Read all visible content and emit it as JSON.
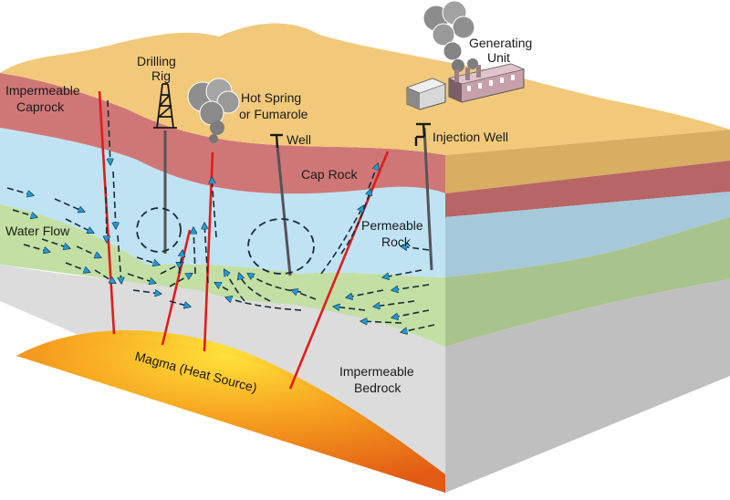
{
  "labels": {
    "impermeable_caprock_1": "Impermeable",
    "impermeable_caprock_2": "Caprock",
    "drilling_rig_1": "Drilling",
    "drilling_rig_2": "Rig",
    "hot_spring_1": "Hot Spring",
    "hot_spring_2": "or Fumarole",
    "well": "Well",
    "generating_unit_1": "Generating",
    "generating_unit_2": "Unit",
    "injection_well": "Injection Well",
    "cap_rock": "Cap Rock",
    "permeable_rock_1": "Permeable",
    "permeable_rock_2": "Rock",
    "water_flow": "Water Flow",
    "magma": "Magma (Heat Source)",
    "impermeable_bedrock_1": "Impermeable",
    "impermeable_bedrock_2": "Bedrock"
  },
  "colors": {
    "surface": "#f2c97a",
    "caprock": "#cf7777",
    "permeable": "#bfe3f3",
    "water_layer": "#c3dfa4",
    "bedrock": "#dcdcdc",
    "fault": "#e21c1c",
    "arrow": "#1b2b3a"
  }
}
